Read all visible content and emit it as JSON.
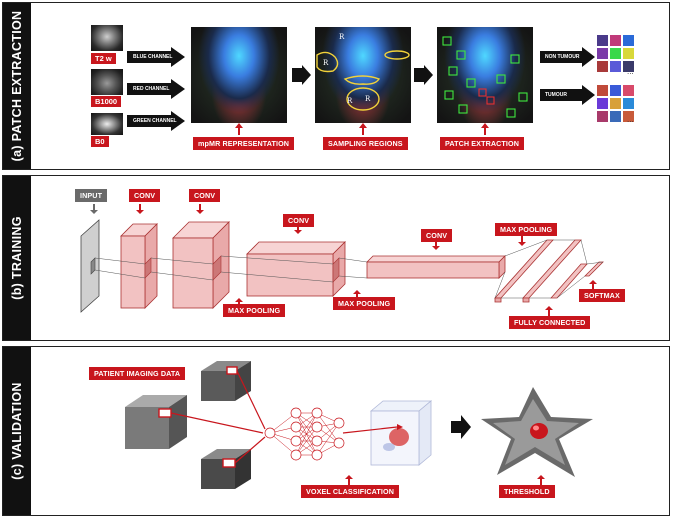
{
  "panels": {
    "a": {
      "label": "(a)  PATCH EXTRACTION"
    },
    "b": {
      "label": "(b)  TRAINING"
    },
    "c": {
      "label": "(c)  VALIDATION"
    }
  },
  "patch_extraction": {
    "inputs": [
      "T2 w",
      "B1000",
      "B0"
    ],
    "channels": [
      "BLUE CHANNEL",
      "RED CHANNEL",
      "GREEN CHANNEL"
    ],
    "stages": [
      "mpMR REPRESENTATION",
      "SAMPLING REGIONS",
      "PATCH EXTRACTION"
    ],
    "outputs": [
      "NON TUMOUR",
      "TUMOUR"
    ],
    "ellipsis": "..."
  },
  "training": {
    "input": "INPUT",
    "conv": "CONV",
    "max_pooling": "MAX POOLING",
    "fully_connected": "FULLY CONNECTED",
    "softmax": "SOFTMAX"
  },
  "validation": {
    "patient_data": "PATIENT IMAGING DATA",
    "voxel_classification": "VOXEL CLASSIFICATION",
    "threshold": "THRESHOLD"
  },
  "colors": {
    "accent": "#c8161d",
    "layer_fill": "#f7d4d4",
    "dark": "#111111"
  }
}
